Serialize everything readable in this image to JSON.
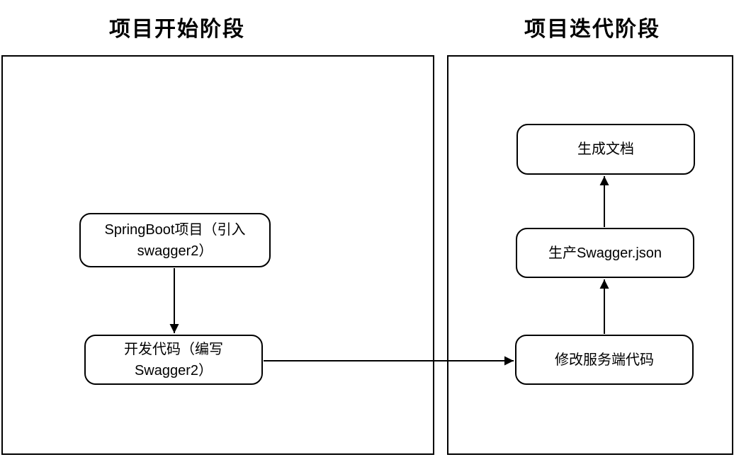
{
  "diagram": {
    "type": "flowchart",
    "sections": [
      {
        "id": "start",
        "title": "项目开始阶段"
      },
      {
        "id": "iteration",
        "title": "项目迭代阶段"
      }
    ],
    "nodes": {
      "springboot": {
        "section": "start",
        "lines": [
          "SpringBoot项目（引入",
          "swagger2）"
        ]
      },
      "devcode": {
        "section": "start",
        "lines": [
          "开发代码（编写",
          "Swagger2）"
        ]
      },
      "gendoc": {
        "section": "iteration",
        "lines": [
          "生成文档"
        ]
      },
      "swaggerjson": {
        "section": "iteration",
        "lines": [
          "生产Swagger.json"
        ]
      },
      "modifyserver": {
        "section": "iteration",
        "lines": [
          "修改服务端代码"
        ]
      }
    },
    "edges": [
      {
        "from": "springboot",
        "to": "devcode",
        "direction": "down"
      },
      {
        "from": "devcode",
        "to": "modifyserver",
        "direction": "right"
      },
      {
        "from": "modifyserver",
        "to": "swaggerjson",
        "direction": "up"
      },
      {
        "from": "swaggerjson",
        "to": "gendoc",
        "direction": "up"
      }
    ],
    "colors": {
      "line": "#000000",
      "text": "#000000",
      "background": "#ffffff"
    }
  }
}
